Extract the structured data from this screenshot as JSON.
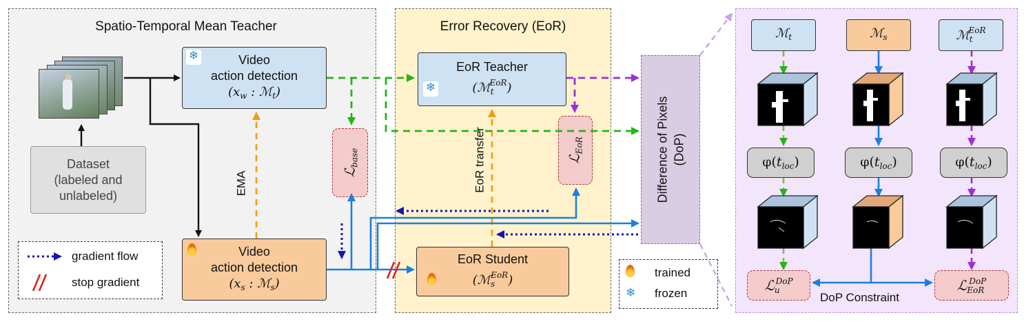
{
  "panels": {
    "mean_teacher_title": "Spatio-Temporal Mean Teacher",
    "eor_title": "Error Recovery (EoR)"
  },
  "boxes": {
    "teacher_line1": "Video",
    "teacher_line2": "action detection",
    "teacher_math": "(x_w : M_t)",
    "student_line1": "Video",
    "student_line2": "action detection",
    "student_math": "(x_s : M_s)",
    "dataset_lines": [
      "Dataset",
      "(labeled and",
      "unlabeled)"
    ],
    "eor_teacher_label": "EoR Teacher",
    "eor_teacher_math": "(M_t^EoR)",
    "eor_student_label": "EoR Student",
    "eor_student_math": "(M_s^EoR)",
    "dop_lines": [
      "Difference of Pixels",
      "(DoP)"
    ]
  },
  "losses": {
    "base": "L_base",
    "eor": "L_EoR",
    "dop_u": "L_u^DoP",
    "dop_eor": "L_EoR^DoP"
  },
  "edge_labels": {
    "ema": "EMA",
    "eor_transfer": "EoR transfer",
    "dop_constraint": "DoP Constraint"
  },
  "dop_panel": {
    "models": [
      "M_t",
      "M_s",
      "M_t^EoR"
    ],
    "phi": "φ(t_loc)"
  },
  "legend_left": {
    "gradient_flow": "gradient flow",
    "stop_gradient": "stop gradient"
  },
  "legend_right": {
    "trained": "trained",
    "frozen": "frozen"
  },
  "colors": {
    "teacher_blue": "#cfe2f3",
    "student_orange": "#f9cb9c",
    "eor_panel_bg": "#fff2cc",
    "dop_panel_bg": "#f3e5fb",
    "green_arrow": "#22b515",
    "blue_arrow": "#1a7fe0",
    "purple_arrow": "#9b2fd8",
    "orange_arrow": "#f39c12",
    "gradient_dotted": "#1414b0",
    "stop_gradient_red": "#e0201b"
  },
  "icons": {
    "trained": "fire-icon",
    "frozen": "snowflake-icon"
  }
}
